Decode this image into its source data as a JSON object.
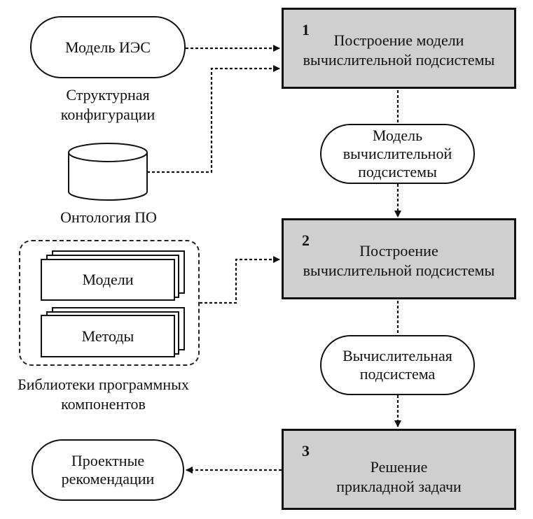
{
  "diagram": {
    "type": "flowchart",
    "process_steps": [
      {
        "number": "1",
        "title": "Построение модели\nвычислительной подсистемы"
      },
      {
        "number": "2",
        "title": "Построение\nвычислительной подсистемы"
      },
      {
        "number": "3",
        "title": "Решение\nприкладной задачи"
      }
    ],
    "inputs": {
      "ies_model": {
        "label": "Модель ИЭС",
        "caption": "Структурная\nконфигурации"
      },
      "ontology": {
        "caption": "Онтология ПО",
        "icon": "database-cylinder-icon"
      },
      "library": {
        "caption": "Библиотеки программных\nкомпонентов",
        "items": [
          "Модели",
          "Методы"
        ]
      }
    },
    "intermediate_artifacts": [
      {
        "label": "Модель\nвычислительной\nподсистемы"
      },
      {
        "label": "Вычислительная\nподсистема"
      }
    ],
    "output": {
      "label": "Проектные\nрекомендации"
    },
    "colors": {
      "process_fill": "#cfcfcf",
      "stroke": "#111111",
      "background": "#ffffff"
    }
  }
}
